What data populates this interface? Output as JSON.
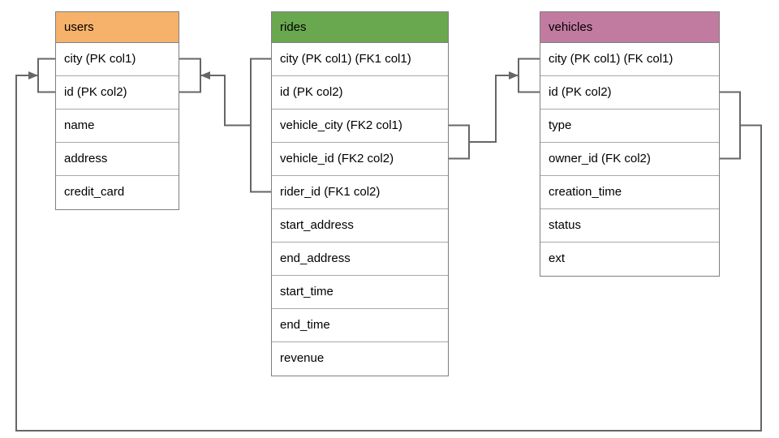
{
  "diagram": {
    "type": "er-schema-diagram",
    "line_color": "#666666",
    "border_color": "#7f7f7f",
    "tables": [
      {
        "name": "users",
        "header_color": "#F6B26B",
        "columns": [
          "city (PK col1)",
          "id (PK col2)",
          "name",
          "address",
          "credit_card"
        ]
      },
      {
        "name": "rides",
        "header_color": "#6AA84F",
        "columns": [
          "city (PK col1) (FK1 col1)",
          "id (PK col2)",
          "vehicle_city (FK2 col1)",
          "vehicle_id (FK2 col2)",
          "rider_id (FK1 col2)",
          "start_address",
          "end_address",
          "start_time",
          "end_time",
          "revenue"
        ]
      },
      {
        "name": "vehicles",
        "header_color": "#C27BA0",
        "columns": [
          "city (PK col1) (FK col1)",
          "id (PK col2)",
          "type",
          "owner_id (FK col2)",
          "creation_time",
          "status",
          "ext"
        ]
      }
    ],
    "relationships": [
      {
        "name": "rides-to-users",
        "from_table": "rides",
        "from_columns": [
          "city (FK1 col1)",
          "rider_id (FK1 col2)"
        ],
        "to_table": "users",
        "to_columns": [
          "city (PK col1)",
          "id (PK col2)"
        ]
      },
      {
        "name": "rides-to-vehicles",
        "from_table": "rides",
        "from_columns": [
          "vehicle_city (FK2 col1)",
          "vehicle_id (FK2 col2)"
        ],
        "to_table": "vehicles",
        "to_columns": [
          "city (PK col1)",
          "id (PK col2)"
        ]
      },
      {
        "name": "vehicles-to-users",
        "from_table": "vehicles",
        "from_columns": [
          "city (FK col1)",
          "owner_id (FK col2)"
        ],
        "to_table": "users",
        "to_columns": [
          "city (PK col1)",
          "id (PK col2)"
        ]
      }
    ]
  }
}
